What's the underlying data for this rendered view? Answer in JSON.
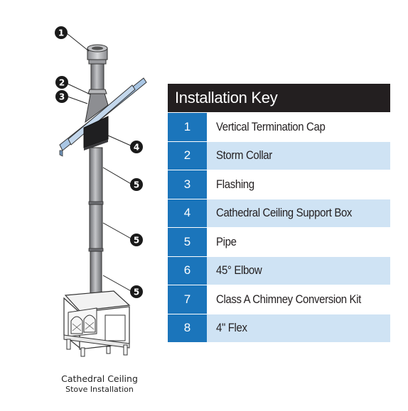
{
  "caption": {
    "line1": "Cathedral Ceiling",
    "line2": "Stove Installation"
  },
  "callouts": [
    "1",
    "2",
    "3",
    "4",
    "5",
    "5",
    "5"
  ],
  "key": {
    "title": "Installation Key",
    "items": [
      {
        "num": "1",
        "label": "Vertical Termination Cap"
      },
      {
        "num": "2",
        "label": "Storm Collar"
      },
      {
        "num": "3",
        "label": "Flashing"
      },
      {
        "num": "4",
        "label": "Cathedral Ceiling Support Box"
      },
      {
        "num": "5",
        "label": "Pipe"
      },
      {
        "num": "6",
        "label": "45° Elbow"
      },
      {
        "num": "7",
        "label": "Class A Chimney Conversion Kit"
      },
      {
        "num": "8",
        "label": "4\" Flex"
      }
    ]
  },
  "colors": {
    "header_bg": "#231f20",
    "number_bg": "#1b75bb",
    "alt_row_bg": "#cfe3f4",
    "roof_blue": "#a9c6e4",
    "pipe_gray": "#8f9094"
  }
}
